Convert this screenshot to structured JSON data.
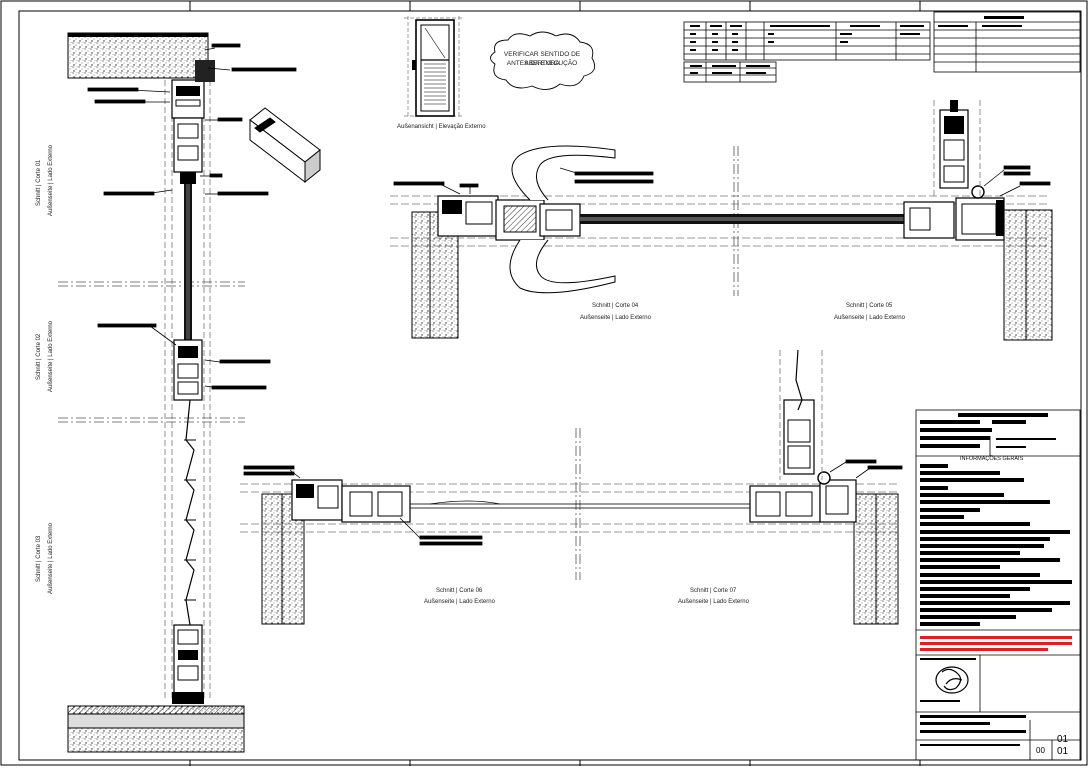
{
  "drawing": {
    "cloud_note": {
      "line1": "VERIFICAR SENTIDO DE ABERTURA",
      "line2": "ANTES DA EXECUÇÃO"
    },
    "elevation_label": "Außenansicht | Elevação Externo",
    "sections": {
      "corte01": {
        "title": "Schnitt | Corte 01",
        "side": "Außenseite | Lado Externo"
      },
      "corte02": {
        "title": "Schnitt | Corte 02",
        "side": "Außenseite | Lado Externo"
      },
      "corte03": {
        "title": "Schnitt | Corte 03",
        "side": "Außenseite | Lado Externo"
      },
      "corte04": {
        "title": "Schnitt | Corte 04",
        "side": "Außenseite | Lado Externo"
      },
      "corte05": {
        "title": "Schnitt | Corte 05",
        "side": "Außenseite | Lado Externo"
      },
      "corte06": {
        "title": "Schnitt | Corte 06",
        "side": "Außenseite | Lado Externo"
      },
      "corte07": {
        "title": "Schnitt | Corte 07",
        "side": "Außenseite | Lado Externo"
      }
    }
  },
  "title_block": {
    "general_info": "INFORMAÇÕES GERAIS",
    "sheet_number": "01",
    "sheet_total": "01",
    "revision": "00"
  },
  "colors": {
    "line": "#000000",
    "highlight": "#e02020",
    "dash": "#777777"
  }
}
